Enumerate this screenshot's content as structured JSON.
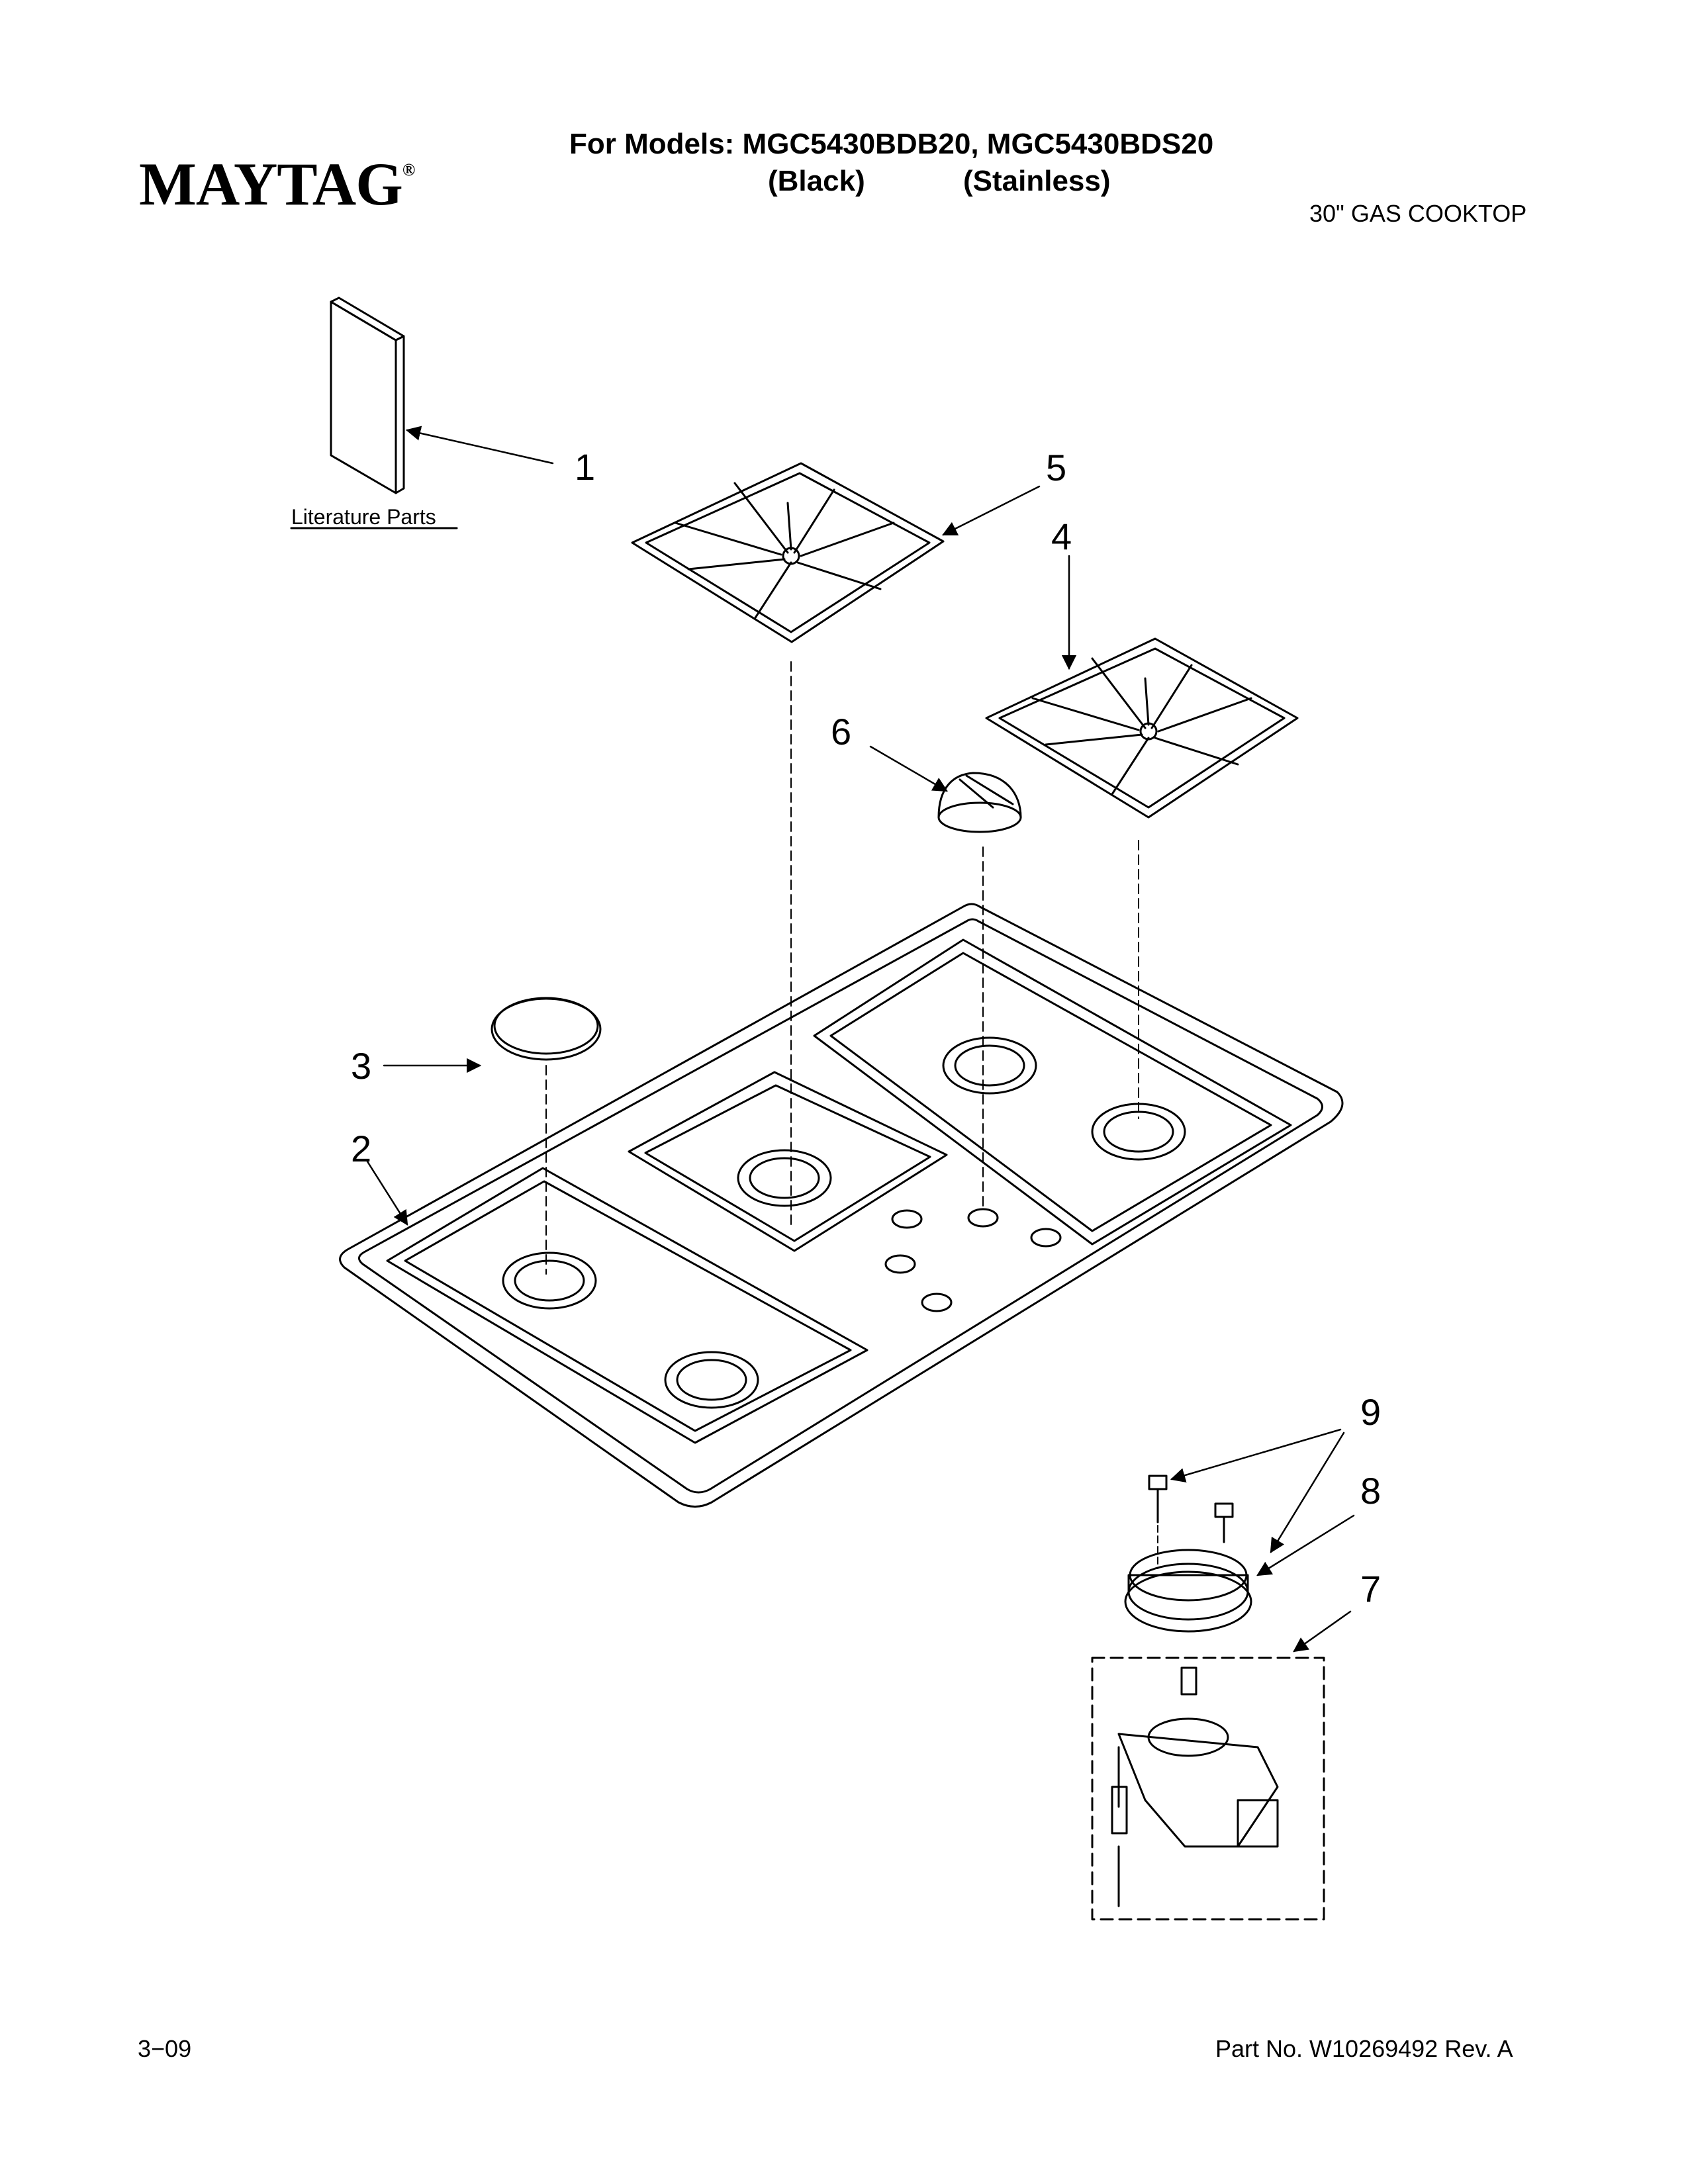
{
  "brand": "MAYTAG",
  "brand_mark": "®",
  "header": {
    "models_line": "For Models: MGC5430BDB20, MGC5430BDS20",
    "variant_black": "(Black)",
    "variant_stainless": "(Stainless)",
    "product": "30\" GAS COOKTOP"
  },
  "diagram": {
    "literature_label": "Literature Parts",
    "callouts": [
      "1",
      "2",
      "3",
      "4",
      "5",
      "6",
      "7",
      "8",
      "9"
    ]
  },
  "footer": {
    "date": "3−09",
    "part_no": "Part No. W10269492 Rev. A"
  }
}
